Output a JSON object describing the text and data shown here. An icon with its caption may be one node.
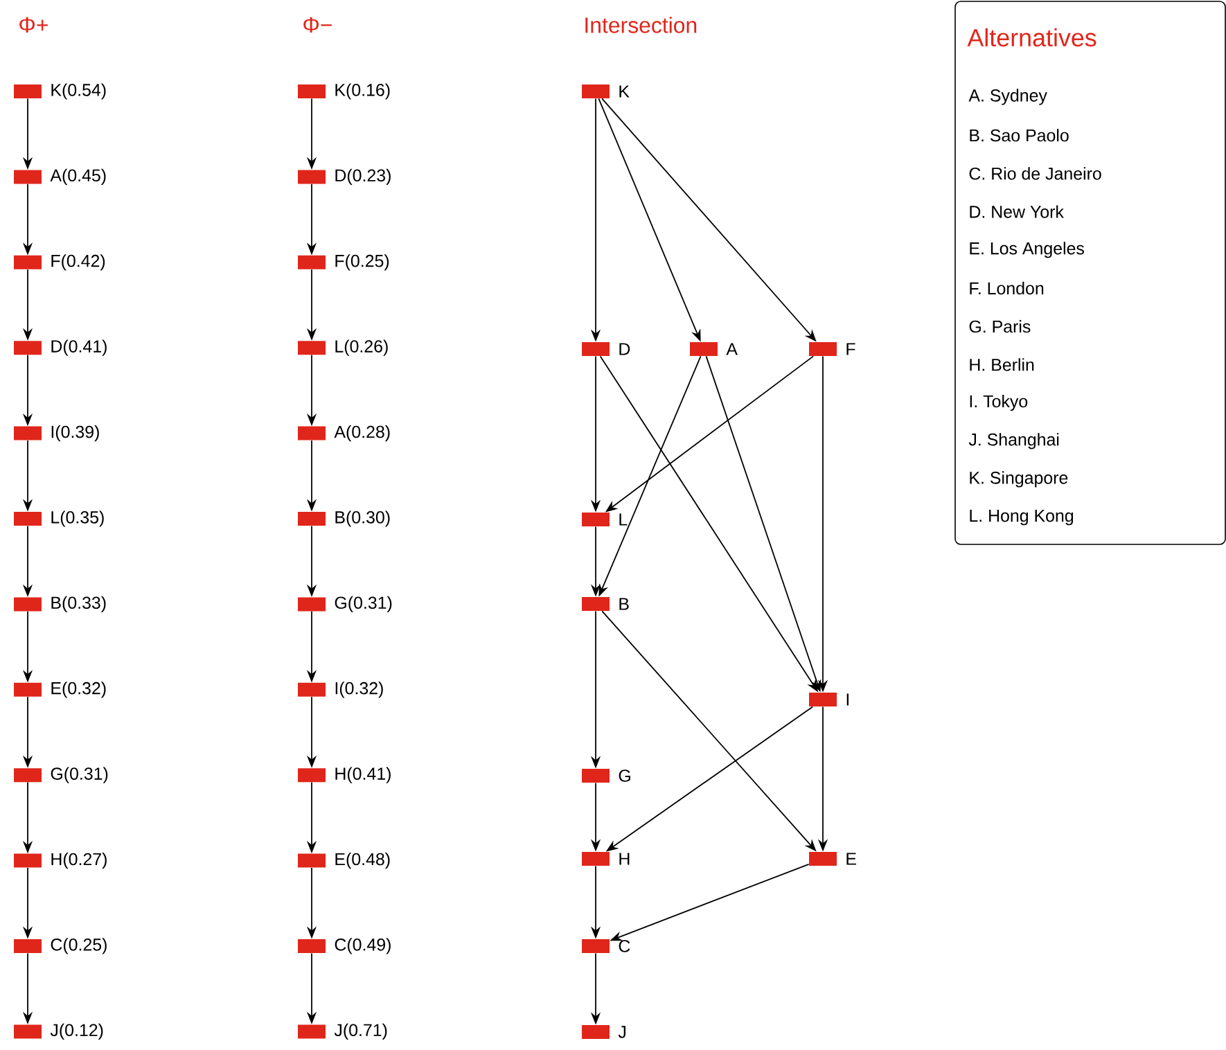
{
  "diagram": {
    "nodes": [
      {
        "text": [
          "K(0.54)"
        ]
      },
      {
        "text": [
          "A(0.45)"
        ]
      },
      {
        "text": [
          "F(0.42)"
        ]
      },
      {
        "text": [
          "D(0.41)"
        ]
      },
      {
        "text": [
          "I(0.39)"
        ]
      },
      {
        "text": [
          "L(0.35)"
        ]
      },
      {
        "text": [
          "B(0.33)"
        ]
      },
      {
        "text": [
          "E(0.32)"
        ]
      },
      {
        "text": [
          "G(0.31)"
        ]
      },
      {
        "text": [
          "H(0.27)"
        ]
      },
      {
        "text": [
          "C(0.25)"
        ]
      },
      {
        "text": [
          "J(0.12)"
        ]
      },
      {
        "text": [
          "K(0.16)"
        ]
      },
      {
        "text": [
          "D(0.23)"
        ]
      },
      {
        "text": [
          "F(0.25)"
        ]
      },
      {
        "text": [
          "L(0.26)"
        ]
      },
      {
        "text": [
          "A(0.28)"
        ]
      },
      {
        "text": [
          "B(0.30)"
        ]
      },
      {
        "text": [
          "G(0.31)"
        ]
      },
      {
        "text": [
          "I(0.32)"
        ]
      },
      {
        "text": [
          "H(0.41)"
        ]
      },
      {
        "text": [
          "E(0.48)"
        ]
      },
      {
        "text": [
          "C(0.49)"
        ]
      },
      {
        "text": [
          "J(0.71)"
        ]
      },
      {
        "text": [
          "K"
        ]
      },
      {
        "text": [
          "D"
        ]
      },
      {
        "text": [
          "A"
        ]
      },
      {
        "text": [
          "F"
        ]
      },
      {
        "text": [
          "L"
        ]
      },
      {
        "text": [
          "B"
        ]
      },
      {
        "text": [
          "I"
        ]
      },
      {
        "text": [
          "G"
        ]
      },
      {
        "text": [
          "H"
        ]
      },
      {
        "text": [
          "E"
        ]
      },
      {
        "text": [
          "C"
        ]
      },
      {
        "text": [
          "J"
        ]
      },
      {
        "text": [
          "Alternatives",
          "A. Sydney",
          "B. Sao Paolo",
          "C. Rio de Janeiro",
          "D. New York",
          "E. Los Angeles",
          "F. London",
          "G. Paris",
          "H. Berlin",
          "I. Tokyo",
          "J. Shanghai",
          "K. Singapore",
          "L. Hong Kong"
        ]
      }
    ],
    "edges": [
      {
        "from": 0,
        "to": 1,
        "arrow": "to"
      },
      {
        "from": 1,
        "to": 2,
        "arrow": "to"
      },
      {
        "from": 2,
        "to": 3,
        "arrow": "to"
      },
      {
        "from": 3,
        "to": 4,
        "arrow": "to"
      },
      {
        "from": 4,
        "to": 5,
        "arrow": "to"
      },
      {
        "from": 5,
        "to": 6,
        "arrow": "to"
      },
      {
        "from": 6,
        "to": 7,
        "arrow": "to"
      },
      {
        "from": 7,
        "to": 8,
        "arrow": "to"
      },
      {
        "from": 8,
        "to": 9,
        "arrow": "to"
      },
      {
        "from": 9,
        "to": 10,
        "arrow": "to"
      },
      {
        "from": 10,
        "to": 11,
        "arrow": "to"
      },
      {
        "from": 12,
        "to": 13,
        "arrow": "to"
      },
      {
        "from": 13,
        "to": 14,
        "arrow": "to"
      },
      {
        "from": 14,
        "to": 15,
        "arrow": "to"
      },
      {
        "from": 15,
        "to": 16,
        "arrow": "to"
      },
      {
        "from": 16,
        "to": 17,
        "arrow": "to"
      },
      {
        "from": 17,
        "to": 18,
        "arrow": "to"
      },
      {
        "from": 18,
        "to": 19,
        "arrow": "to"
      },
      {
        "from": 19,
        "to": 20,
        "arrow": "to"
      },
      {
        "from": 20,
        "to": 21,
        "arrow": "to"
      },
      {
        "from": 21,
        "to": 22,
        "arrow": "to"
      },
      {
        "from": 22,
        "to": 23,
        "arrow": "to"
      },
      {
        "from": 24,
        "to": 25,
        "arrow": "to"
      },
      {
        "from": 24,
        "to": 26,
        "arrow": "to"
      },
      {
        "from": 24,
        "to": 27,
        "arrow": "to"
      },
      {
        "from": 25,
        "to": 28,
        "arrow": "to"
      },
      {
        "from": 25,
        "to": 30,
        "arrow": "to"
      },
      {
        "from": 26,
        "to": 29,
        "arrow": "to"
      },
      {
        "from": 26,
        "to": 30,
        "arrow": "to"
      },
      {
        "from": 27,
        "to": 28,
        "arrow": "to"
      },
      {
        "from": 27,
        "to": 30,
        "arrow": "to"
      },
      {
        "from": 28,
        "to": 29,
        "arrow": "to"
      },
      {
        "from": 29,
        "to": 31,
        "arrow": "to"
      },
      {
        "from": 29,
        "to": 33,
        "arrow": "to"
      },
      {
        "from": 30,
        "to": 32,
        "arrow": "to"
      },
      {
        "from": 30,
        "to": 33,
        "arrow": "to"
      },
      {
        "from": 31,
        "to": 32,
        "arrow": "to"
      },
      {
        "from": 32,
        "to": 34,
        "arrow": "to"
      },
      {
        "from": 33,
        "to": 34,
        "arrow": "to"
      },
      {
        "from": 34,
        "to": 35,
        "arrow": "to"
      }
    ],
    "labels": [
      "Φ+",
      "Φ−",
      "Intersection"
    ]
  }
}
